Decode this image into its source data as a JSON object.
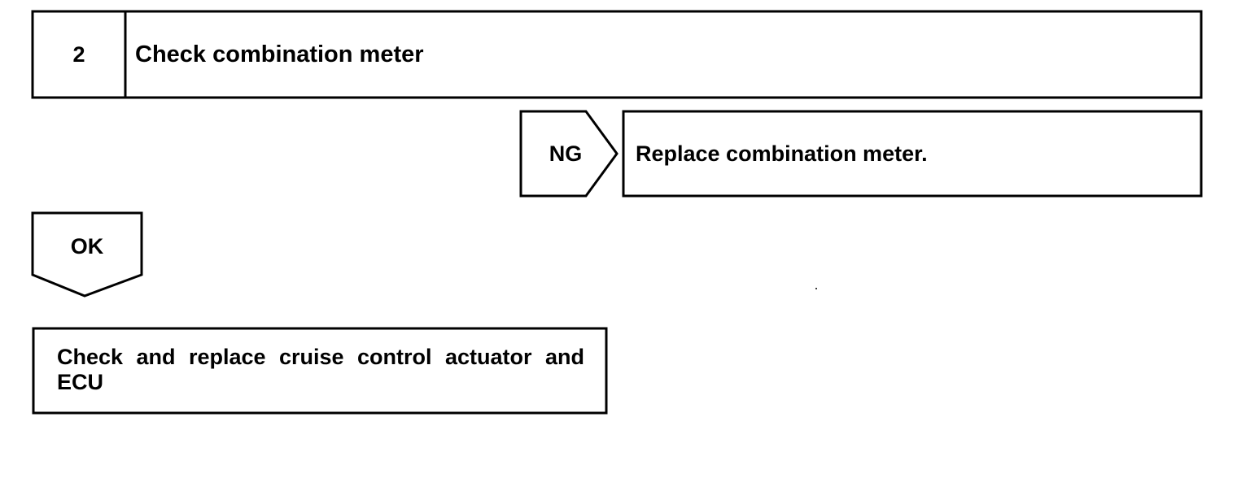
{
  "step": {
    "number": "2",
    "title": "Check combination meter"
  },
  "ng_branch": {
    "label": "NG",
    "action": "Replace combination meter."
  },
  "ok_branch": {
    "label": "OK",
    "action": "Check and replace cruise control actuator and ECU"
  },
  "colors": {
    "stroke": "#000000",
    "background": "#ffffff"
  }
}
